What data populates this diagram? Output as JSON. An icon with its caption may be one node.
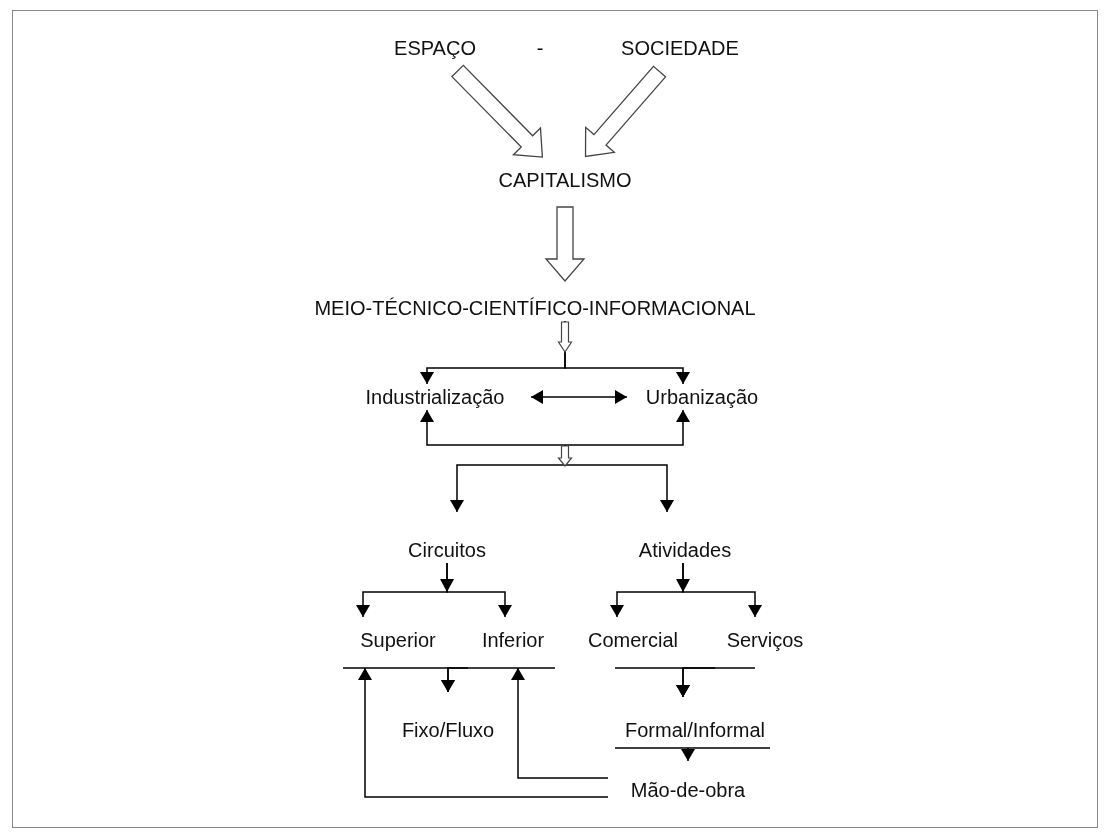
{
  "diagram": {
    "nodes": [
      {
        "text": [
          "ESPAÇO"
        ]
      },
      {
        "text": [
          "SOCIEDADE"
        ]
      },
      {
        "text": [
          "CAPITALISMO"
        ]
      },
      {
        "text": [
          "MEIO-TÉCNICO-CIENTÍFICO-INFORMACIONAL"
        ]
      },
      {
        "text": [
          "Industrialização"
        ]
      },
      {
        "text": [
          "Urbanização"
        ]
      },
      {
        "text": [
          "Circuitos"
        ]
      },
      {
        "text": [
          "Atividades"
        ]
      },
      {
        "text": [
          "Superior"
        ]
      },
      {
        "text": [
          "Inferior"
        ]
      },
      {
        "text": [
          "Comercial"
        ]
      },
      {
        "text": [
          "Serviços"
        ]
      },
      {
        "text": [
          "Fixo/Fluxo"
        ]
      },
      {
        "text": [
          "Formal/Informal"
        ]
      },
      {
        "text": [
          "Mão-de-obra"
        ]
      }
    ],
    "edges": [
      {
        "from": 0,
        "to": 2,
        "arrow": "to",
        "style": "thick"
      },
      {
        "from": 1,
        "to": 2,
        "arrow": "to",
        "style": "thick"
      },
      {
        "from": 2,
        "to": 3,
        "arrow": "to",
        "style": "thick"
      },
      {
        "from": 3,
        "to": 4,
        "arrow": "to"
      },
      {
        "from": 3,
        "to": 5,
        "arrow": "to"
      },
      {
        "from": 4,
        "to": 5,
        "arrow": "both"
      },
      {
        "from": 4,
        "to": 5,
        "arrow": "both"
      },
      {
        "from": null,
        "to": 6,
        "arrow": "to"
      },
      {
        "from": null,
        "to": 7,
        "arrow": "to"
      },
      {
        "from": 6,
        "to": 8,
        "arrow": "to"
      },
      {
        "from": 6,
        "to": 9,
        "arrow": "to"
      },
      {
        "from": 7,
        "to": 10,
        "arrow": "to"
      },
      {
        "from": 7,
        "to": 11,
        "arrow": "to"
      },
      {
        "from": 8,
        "to": 12,
        "arrow": "to"
      },
      {
        "from": 9,
        "to": 12,
        "arrow": "to"
      },
      {
        "from": 10,
        "to": 13,
        "arrow": "to"
      },
      {
        "from": 11,
        "to": 13,
        "arrow": "to"
      },
      {
        "from": 13,
        "to": 14,
        "arrow": "to"
      },
      {
        "from": 14,
        "to": 9,
        "arrow": "to"
      },
      {
        "from": 14,
        "to": 8,
        "arrow": "to"
      }
    ],
    "labels": [
      "-"
    ]
  }
}
